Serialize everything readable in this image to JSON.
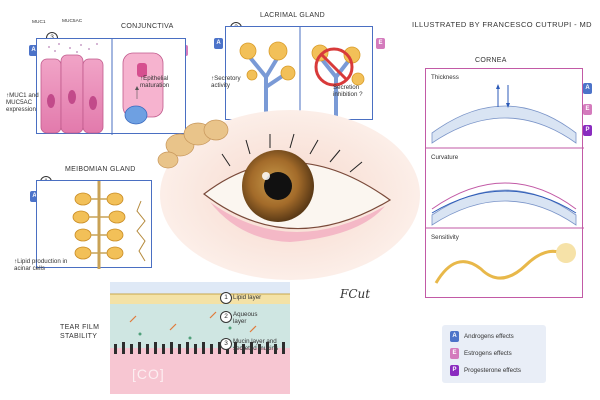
{
  "credit": "ILLUSTRATED BY FRANCESCO CUTRUPI - MD",
  "conjunctiva": {
    "title": "CONJUNCTIVA",
    "gene_1": "MUC1",
    "gene_2": "MUC5AC",
    "step": "3",
    "note_expression": "↑MUC1 and MUC5AC expression",
    "note_maturation": "↑Epithelial maturation"
  },
  "lacrimal": {
    "title": "LACRIMAL GLAND",
    "step": "2",
    "note_secretory": "↑Secretory activity",
    "note_inhibition": "Secretion inhibition ?"
  },
  "meibomian": {
    "title": "MEIBOMIAN GLAND",
    "step": "1",
    "note_lipid": "↑Lipid production in acinar cells"
  },
  "cornea": {
    "title": "CORNEA",
    "panel_thickness": "Thickness",
    "panel_curvature": "Curvature",
    "panel_sensitivity": "Sensitivity"
  },
  "tear_film": {
    "title": "TEAR FILM STABILITY",
    "watermark": "[CO]",
    "layer_1_num": "1",
    "layer_1": "Lipid layer",
    "layer_2_num": "2",
    "layer_2": "Aqueous layer",
    "layer_3_num": "3",
    "layer_3": "Mucin layer and secreted mucins"
  },
  "signature": "FCut",
  "legend": {
    "androgens_letter": "A",
    "androgens": "Androgens effects",
    "estrogens_letter": "E",
    "estrogens": "Estrogens effects",
    "progesterone_letter": "P",
    "progesterone": "Progesterone effects"
  },
  "colors": {
    "androgens": "#4c73c9",
    "estrogens": "#d47bbd",
    "progesterone": "#8a2bbf"
  },
  "icons": [
    "conjunctiva-cells-illustration",
    "lacrimal-gland-illustration",
    "prohibition-icon",
    "meibomian-gland-illustration",
    "eye-illustration",
    "tear-film-illustration",
    "cornea-illustration",
    "nerve-illustration"
  ]
}
